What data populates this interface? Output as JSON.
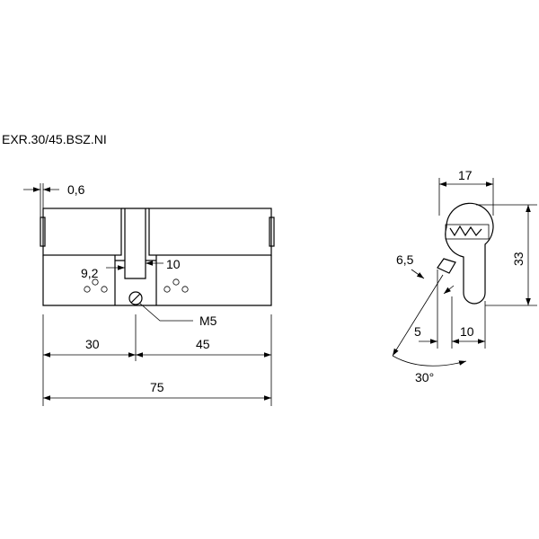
{
  "product_code": "EXR.30/45.BSZ.NI",
  "side_view": {
    "dims": {
      "flange_offset": "0,6",
      "cam_width": "10",
      "cam_gap": "9,2",
      "screw": "M5",
      "left_length": "30",
      "right_length": "45",
      "total_length": "75"
    }
  },
  "end_view": {
    "dims": {
      "width": "17",
      "height": "33",
      "cam_offset": "6,5",
      "body_width": "5",
      "profile_width": "10",
      "cam_angle": "30°"
    }
  },
  "colors": {
    "ink": "#000000",
    "background": "#ffffff"
  }
}
